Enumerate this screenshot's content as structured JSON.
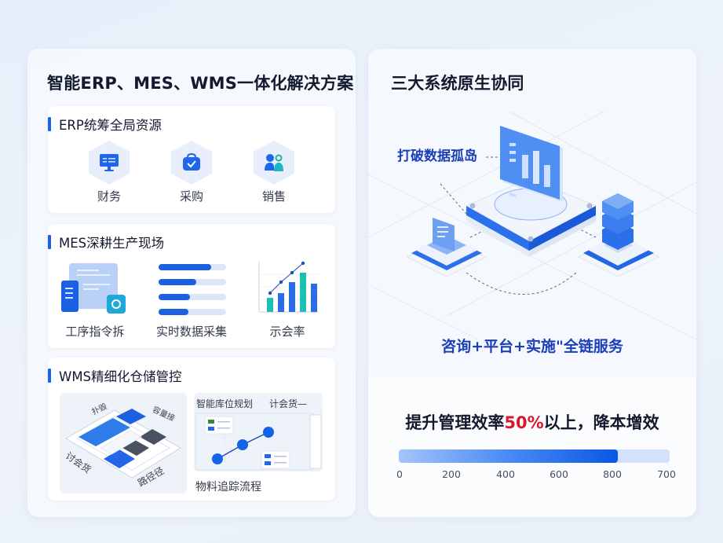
{
  "left_panel": {
    "title": "智能ERP、MES、WMS一体化解决方案",
    "erp": {
      "heading": "ERP统筹全局资源",
      "items": [
        {
          "label": "财务",
          "icon": "monitor-icon"
        },
        {
          "label": "采购",
          "icon": "shopping-bag-icon"
        },
        {
          "label": "销售",
          "icon": "users-icon"
        }
      ]
    },
    "mes": {
      "heading": "MES深耕生产现场",
      "items": [
        {
          "label": "工序指令拆",
          "icon": "documents-icon"
        },
        {
          "label": "实时数据采集",
          "icon": "progress-bars-icon"
        },
        {
          "label": "示会率",
          "icon": "bar-line-chart-icon"
        }
      ],
      "progress_fills": [
        78,
        56,
        46,
        44
      ]
    },
    "wms": {
      "heading": "WMS精细化仓储管控",
      "layout_image": {
        "labels": [
          "扑毁",
          "容量接",
          "讨会货",
          "路径径"
        ]
      },
      "flow_image": {
        "top_label": "智能库位规划",
        "top_label_2": "计会货—",
        "bottom_label": "物料追踪流程"
      }
    }
  },
  "right_panel": {
    "title": "三大系统原生协同",
    "callout": "打破数据孤岛",
    "service": "咨询+平台+实施\"全链服务",
    "efficiency": {
      "prefix": "提升管理效率",
      "highlight": "50%",
      "suffix": "以上，降本增效",
      "highlight_color": "#d8182a"
    },
    "progress": {
      "fill_percent": 81,
      "ticks": [
        "0",
        "200",
        "400",
        "600",
        "800",
        "700"
      ]
    }
  },
  "colors": {
    "accent": "#1863e6",
    "highlight": "#d8182a",
    "title": "#131a2e"
  }
}
